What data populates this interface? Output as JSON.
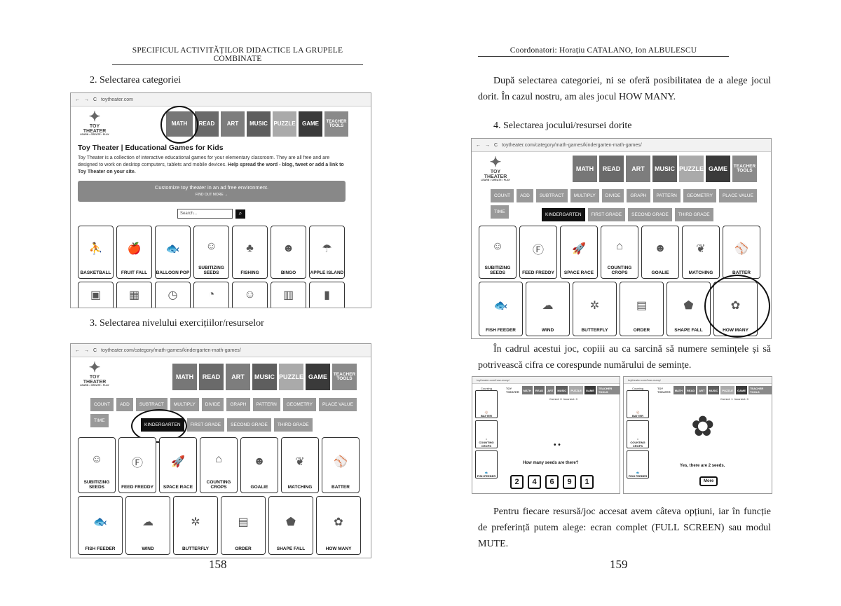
{
  "left_page": {
    "header": "SPECIFICUL ACTIVITĂȚILOR DIDACTICE LA GRUPELE COMBINATE",
    "caption2": "2. Selectarea categoriei",
    "caption3": "3. Selectarea nivelului exercițiilor/resurselor",
    "page_number": "158"
  },
  "right_page": {
    "header": "Coordonatori: Horațiu CATALANO, Ion ALBULESCU",
    "para1": "După selectarea categoriei, ni se oferă posibilitatea de a alege jocul dorit. În cazul nostru, am ales jocul HOW MANY.",
    "caption4": "4. Selectarea jocului/resursei dorite",
    "para2": "În cadrul acestui joc, copiii au ca sarcină să numere semințele și să potrivească cifra ce corespunde numărului de semințe.",
    "para3": "Pentru fiecare resursă/joc accesat avem câteva opțiuni, iar în funcție de preferință putem alege: ecran complet (FULL SCREEN) sau modul MUTE.",
    "page_number": "159"
  },
  "site": {
    "url_home": "toytheater.com",
    "url_k": "toytheater.com/category/math-games/kindergarten-math-games/",
    "url_how": "toytheater.com/how-many/",
    "logo": "TOY THEATER",
    "logo_tag": "LEARN • CREATE • PLAY",
    "nav": [
      "MATH",
      "READ",
      "ART",
      "MUSIC",
      "PUZZLE",
      "GAME",
      "TEACHER TOOLS"
    ],
    "title": "Toy Theater | Educational Games for Kids",
    "desc_a": "Toy Theater is a collection of interactive educational games for your elementary classroom. They are all free and are designed to work on desktop computers, tablets and mobile devices. ",
    "desc_b": "Help spread the word - blog, tweet or add a link to Toy Theater on your site.",
    "promo": "Customize toy theater in an ad free environment.",
    "promo_link": "FIND OUT MORE →",
    "search_placeholder": "Search...",
    "home_tiles": [
      "BASKETBALL",
      "FRUIT FALL",
      "BALLOON POP",
      "SUBITIZING SEEDS",
      "FISHING",
      "BINGO",
      "APPLE ISLAND"
    ],
    "subjects": [
      "COUNT",
      "ADD",
      "SUBTRACT",
      "MULTIPLY",
      "DIVIDE",
      "GRAPH",
      "PATTERN",
      "GEOMETRY",
      "PLACE VALUE",
      "TIME"
    ],
    "levels": [
      "KINDERGARTEN",
      "FIRST GRADE",
      "SECOND GRADE",
      "THIRD GRADE"
    ],
    "k_tiles": [
      "SUBITIZING SEEDS",
      "FEED FREDDY",
      "SPACE RACE",
      "COUNTING CROPS",
      "GOALIE",
      "MATCHING",
      "BATTER",
      "FISH FEEDER",
      "WIND",
      "BUTTERFLY",
      "ORDER",
      "SHAPE FALL",
      "HOW MANY"
    ]
  },
  "game": {
    "sidebar": [
      "Counting",
      "BATTER",
      "COUNTING CROPS",
      "FISH FEEDER"
    ],
    "score_a": "Correct: 0",
    "score_b": "Incorrect: 0",
    "score_c": "Correct: 1",
    "score_d": "Incorrect: 0",
    "question": "How many seeds are there?",
    "numbers": [
      "2",
      "4",
      "6",
      "9",
      "1"
    ],
    "answer": "Yes, there are 2 seeds.",
    "more": "More"
  }
}
